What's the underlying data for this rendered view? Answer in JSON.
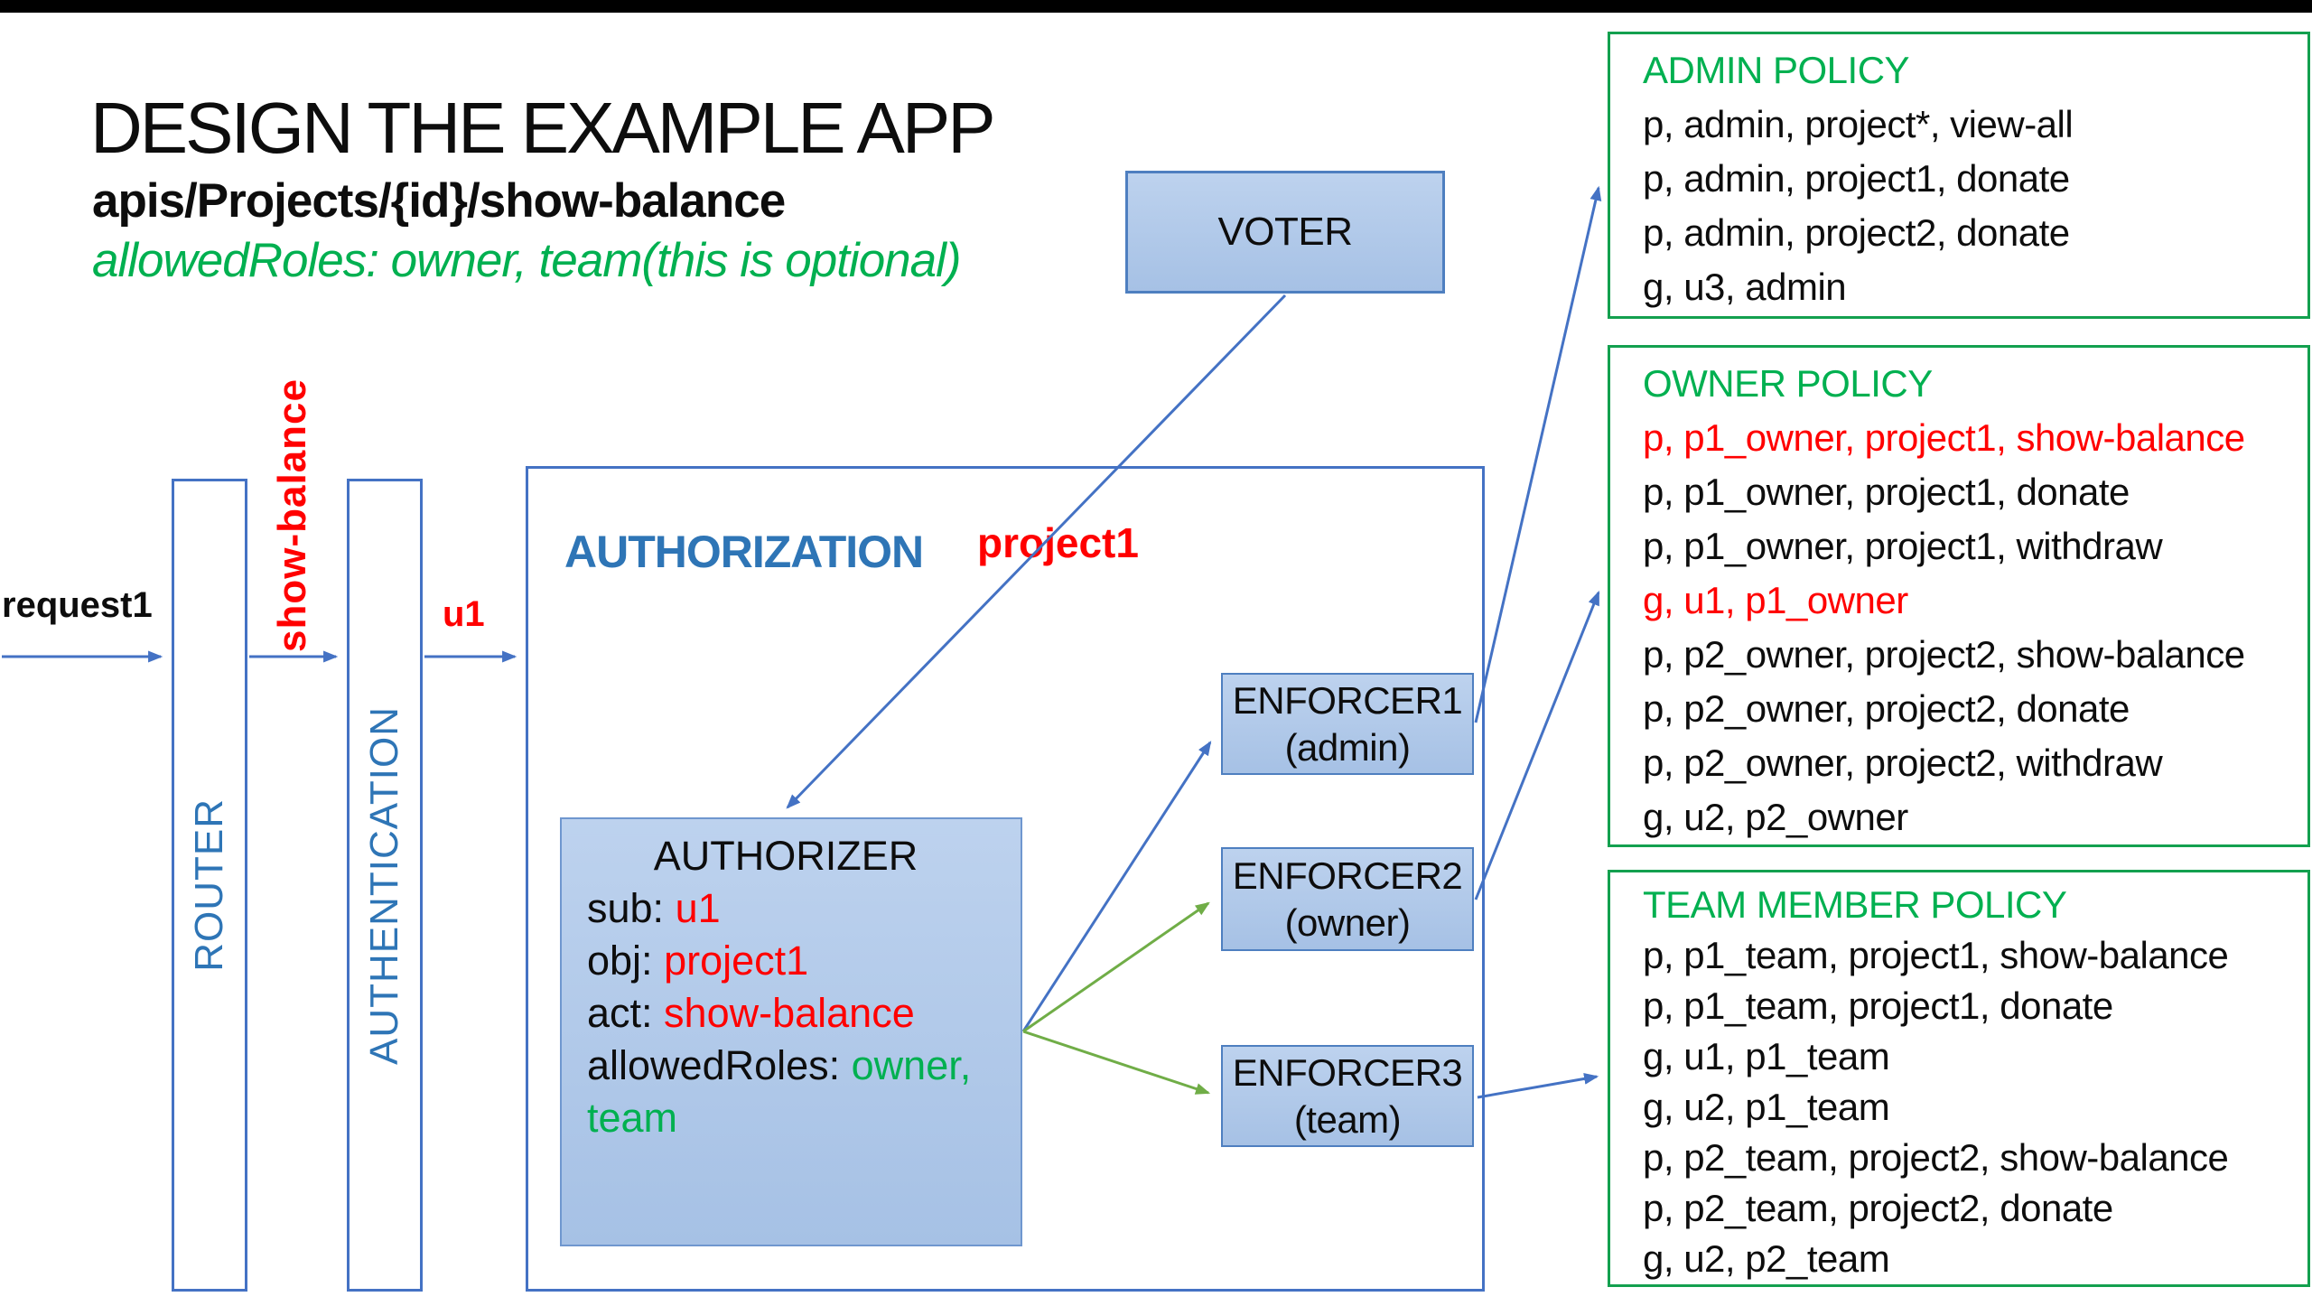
{
  "header": {
    "title": "DESIGN THE EXAMPLE APP",
    "subtitle": "apis/Projects/{id}/show-balance",
    "note": "allowedRoles: owner, team(this is optional)"
  },
  "flow": {
    "request_label": "request1",
    "router_label": "ROUTER",
    "show_balance_label": "show-balance",
    "authentication_label": "AUTHENTICATION",
    "u1_label": "u1",
    "authorization_label": "AUTHORIZATION",
    "project1_label": "project1",
    "voter_label": "VOTER"
  },
  "authorizer": {
    "title": "AUTHORIZER",
    "rows": [
      {
        "label": "sub: ",
        "value": "u1",
        "value_color": "red"
      },
      {
        "label": "obj: ",
        "value": "project1",
        "value_color": "red"
      },
      {
        "label": "act: ",
        "value": "show-balance",
        "value_color": "red"
      },
      {
        "label": "allowedRoles: ",
        "value": "owner,",
        "value_color": "green"
      },
      {
        "label": "",
        "value": "team",
        "value_color": "green"
      }
    ]
  },
  "enforcers": [
    {
      "name": "ENFORCER1",
      "role": "(admin)"
    },
    {
      "name": "ENFORCER2",
      "role": "(owner)"
    },
    {
      "name": "ENFORCER3",
      "role": "(team)"
    }
  ],
  "policies": {
    "admin": {
      "title": "ADMIN POLICY",
      "rows": [
        {
          "text": "p, admin, project*, view-all",
          "color": "black"
        },
        {
          "text": "p, admin, project1, donate",
          "color": "black"
        },
        {
          "text": "p, admin, project2, donate",
          "color": "black"
        },
        {
          "text": "g, u3, admin",
          "color": "black"
        }
      ]
    },
    "owner": {
      "title": "OWNER POLICY",
      "rows": [
        {
          "text": "p, p1_owner, project1, show-balance",
          "color": "red"
        },
        {
          "text": "p, p1_owner, project1, donate",
          "color": "black"
        },
        {
          "text": "p, p1_owner, project1, withdraw",
          "color": "black"
        },
        {
          "text": "g, u1, p1_owner",
          "color": "red"
        },
        {
          "text": "p, p2_owner, project2, show-balance",
          "color": "black"
        },
        {
          "text": "p, p2_owner, project2, donate",
          "color": "black"
        },
        {
          "text": "p, p2_owner, project2, withdraw",
          "color": "black"
        },
        {
          "text": "g, u2, p2_owner",
          "color": "black"
        }
      ]
    },
    "team": {
      "title": "TEAM MEMBER POLICY",
      "rows": [
        {
          "text": "p, p1_team, project1, show-balance",
          "color": "black"
        },
        {
          "text": "p, p1_team, project1, donate",
          "color": "black"
        },
        {
          "text": "g, u1, p1_team",
          "color": "black"
        },
        {
          "text": "g, u2, p1_team",
          "color": "black"
        },
        {
          "text": "p, p2_team, project2, show-balance",
          "color": "black"
        },
        {
          "text": "p, p2_team, project2, donate",
          "color": "black"
        },
        {
          "text": "g, u2, p2_team",
          "color": "black"
        }
      ]
    }
  },
  "colors": {
    "arrow_blue": "#4472c4",
    "arrow_green": "#70ad47",
    "label_blue": "#2e75b6",
    "green_text": "#00b050",
    "green_border": "#13a04f",
    "red_text": "#ff0000",
    "box_fill_top": "#bdd2ee",
    "box_fill_bottom": "#a6c1e5",
    "box_border": "#4e7fc0",
    "top_bar": "#000000"
  }
}
